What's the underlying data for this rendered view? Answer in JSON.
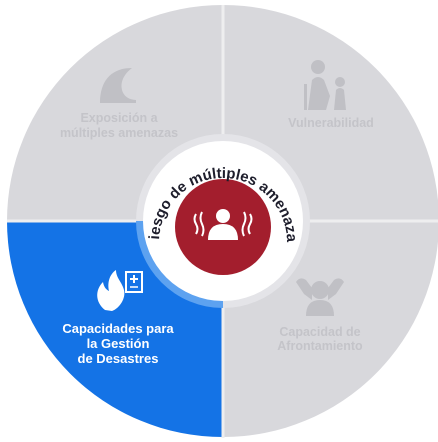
{
  "diagram": {
    "center_arc_text": "Riesgo de múltiples amenazas",
    "quadrants": [
      {
        "id": "exposure",
        "line1": "Exposición a",
        "line2": "múltiples amenazas",
        "line3": "",
        "active": false,
        "icon": "tsunami-wave-icon"
      },
      {
        "id": "vulnerability",
        "line1": "Vulnerabilidad",
        "line2": "",
        "line3": "",
        "active": false,
        "icon": "elderly-and-child-icon"
      },
      {
        "id": "coping",
        "line1": "Capacidad de",
        "line2": "Afrontamiento",
        "line3": "",
        "active": false,
        "icon": "relaxed-person-icon"
      },
      {
        "id": "drm",
        "line1": "Capacidades para",
        "line2": "la Gestión",
        "line3": "de Desastres",
        "active": true,
        "icon": "fire-and-document-icon"
      }
    ],
    "colors": {
      "quadrant_gray": "#d8d8dc",
      "quadrant_text_gray": "#c4c4c9",
      "icon_gray": "#c0c0c5",
      "active_blue": "#1473e6",
      "ring_gray": "#e4e4e8",
      "ring_blue": "#5da2f0",
      "center_red": "#a31e2d",
      "divider": "#eeeeef",
      "arc_text": "#1d1d2b"
    },
    "center_icon": "person-under-stress-icon"
  }
}
